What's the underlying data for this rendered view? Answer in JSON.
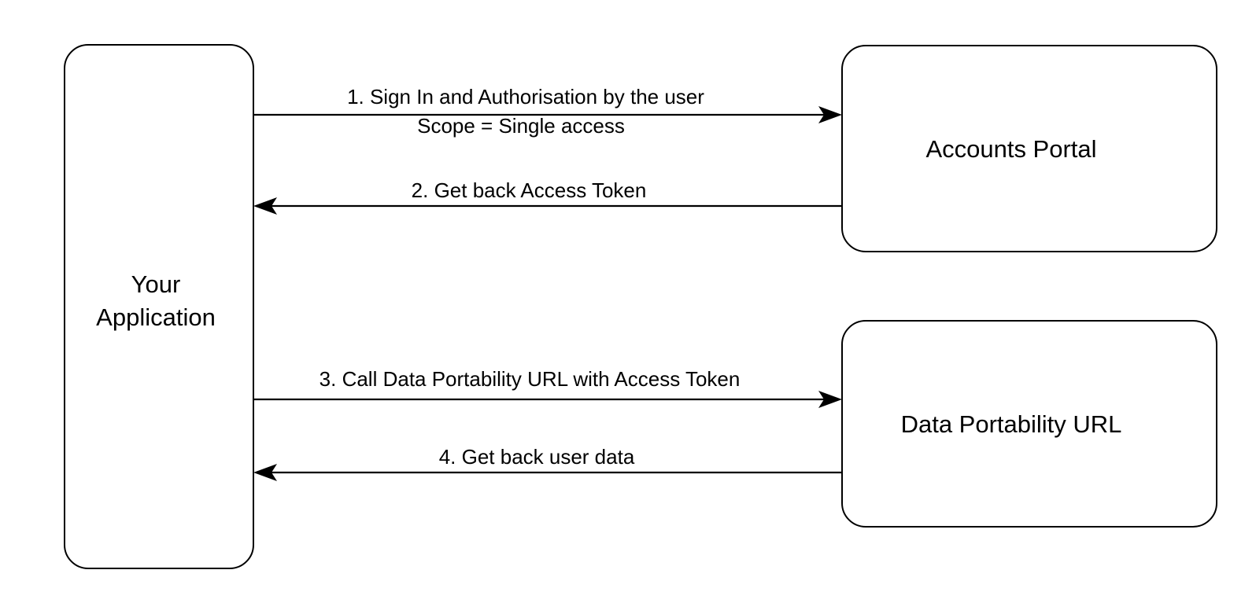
{
  "diagram": {
    "type": "sequence-flow",
    "background_color": "#ffffff",
    "stroke_color": "#000000",
    "nodes": [
      {
        "id": "your-application",
        "label_line1": "Your",
        "label_line2": "Application",
        "shape": "rounded-rectangle"
      },
      {
        "id": "accounts-portal",
        "label": "Accounts Portal",
        "shape": "rounded-rectangle"
      },
      {
        "id": "data-portability-url",
        "label": "Data Portability URL",
        "shape": "rounded-rectangle"
      }
    ],
    "edges": [
      {
        "id": "step-1",
        "direction": "right",
        "from": "your-application",
        "to": "accounts-portal",
        "label_above": "1. Sign In and Authorisation by the user",
        "label_below": "Scope = Single access"
      },
      {
        "id": "step-2",
        "direction": "left",
        "from": "accounts-portal",
        "to": "your-application",
        "label_above": "2. Get back Access Token"
      },
      {
        "id": "step-3",
        "direction": "right",
        "from": "your-application",
        "to": "data-portability-url",
        "label_above": "3. Call Data Portability URL with Access Token"
      },
      {
        "id": "step-4",
        "direction": "left",
        "from": "data-portability-url",
        "to": "your-application",
        "label_above": "4. Get back user data"
      }
    ]
  }
}
